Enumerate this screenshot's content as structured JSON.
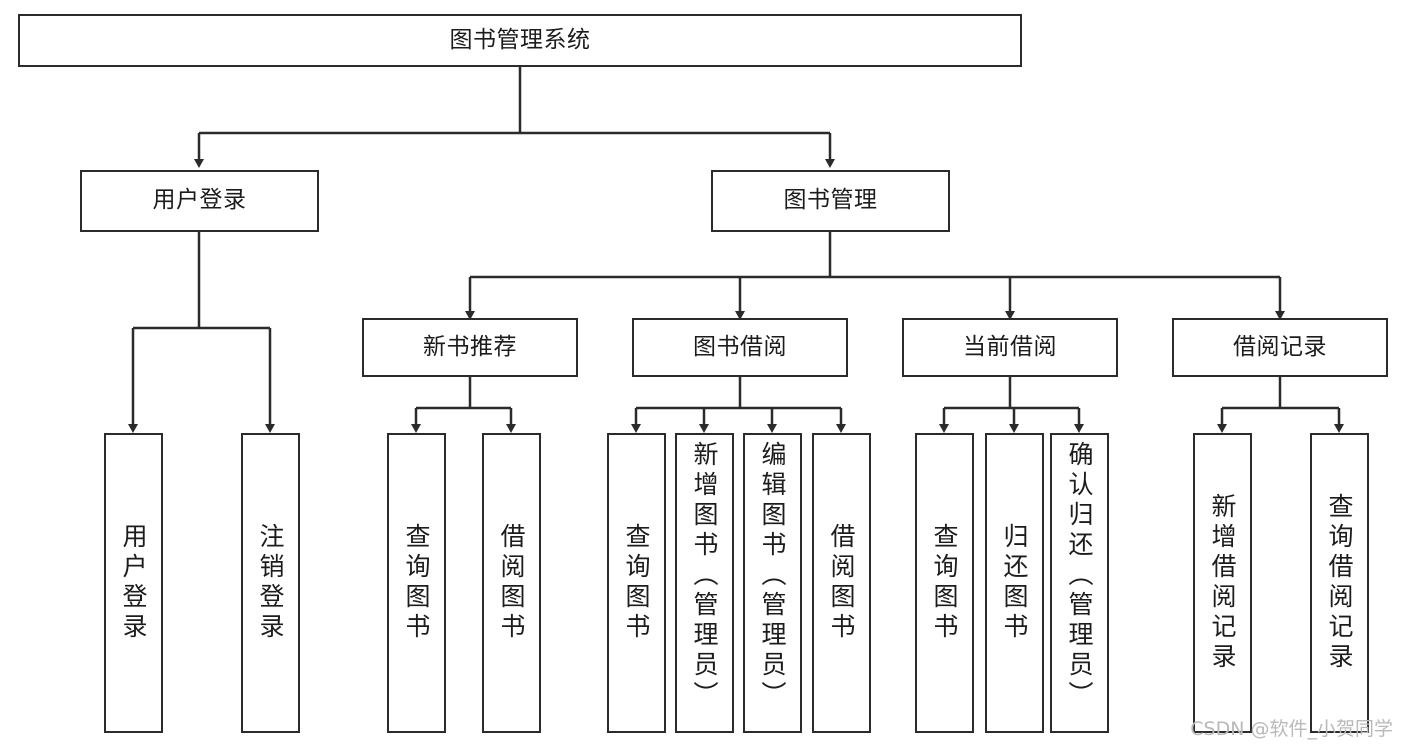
{
  "diagram": {
    "title": "图书管理系统",
    "watermark": "CSDN @软件_小贺同学",
    "root": {
      "label": "图书管理系统"
    },
    "level2": [
      {
        "label": "用户登录"
      },
      {
        "label": "图书管理"
      }
    ],
    "level3": [
      {
        "label": "新书推荐"
      },
      {
        "label": "图书借阅"
      },
      {
        "label": "当前借阅"
      },
      {
        "label": "借阅记录"
      }
    ],
    "leaves": {
      "user_login": [
        {
          "label": "用户登录"
        },
        {
          "label": "注销登录"
        }
      ],
      "new_book_recommend": [
        {
          "label": "查询图书"
        },
        {
          "label": "借阅图书"
        }
      ],
      "book_borrow": [
        {
          "label": "查询图书"
        },
        {
          "label": "新增图书（管理员）"
        },
        {
          "label": "编辑图书（管理员）"
        },
        {
          "label": "借阅图书"
        }
      ],
      "current_borrow": [
        {
          "label": "查询图书"
        },
        {
          "label": "归还图书"
        },
        {
          "label": "确认归还（管理员）"
        }
      ],
      "borrow_record": [
        {
          "label": "新增借阅记录"
        },
        {
          "label": "查询借阅记录"
        }
      ]
    },
    "colors": {
      "stroke": "#2b2b2b",
      "text": "#1c1c1c",
      "background": "#ffffff",
      "watermark": "#b9b9b9"
    }
  }
}
